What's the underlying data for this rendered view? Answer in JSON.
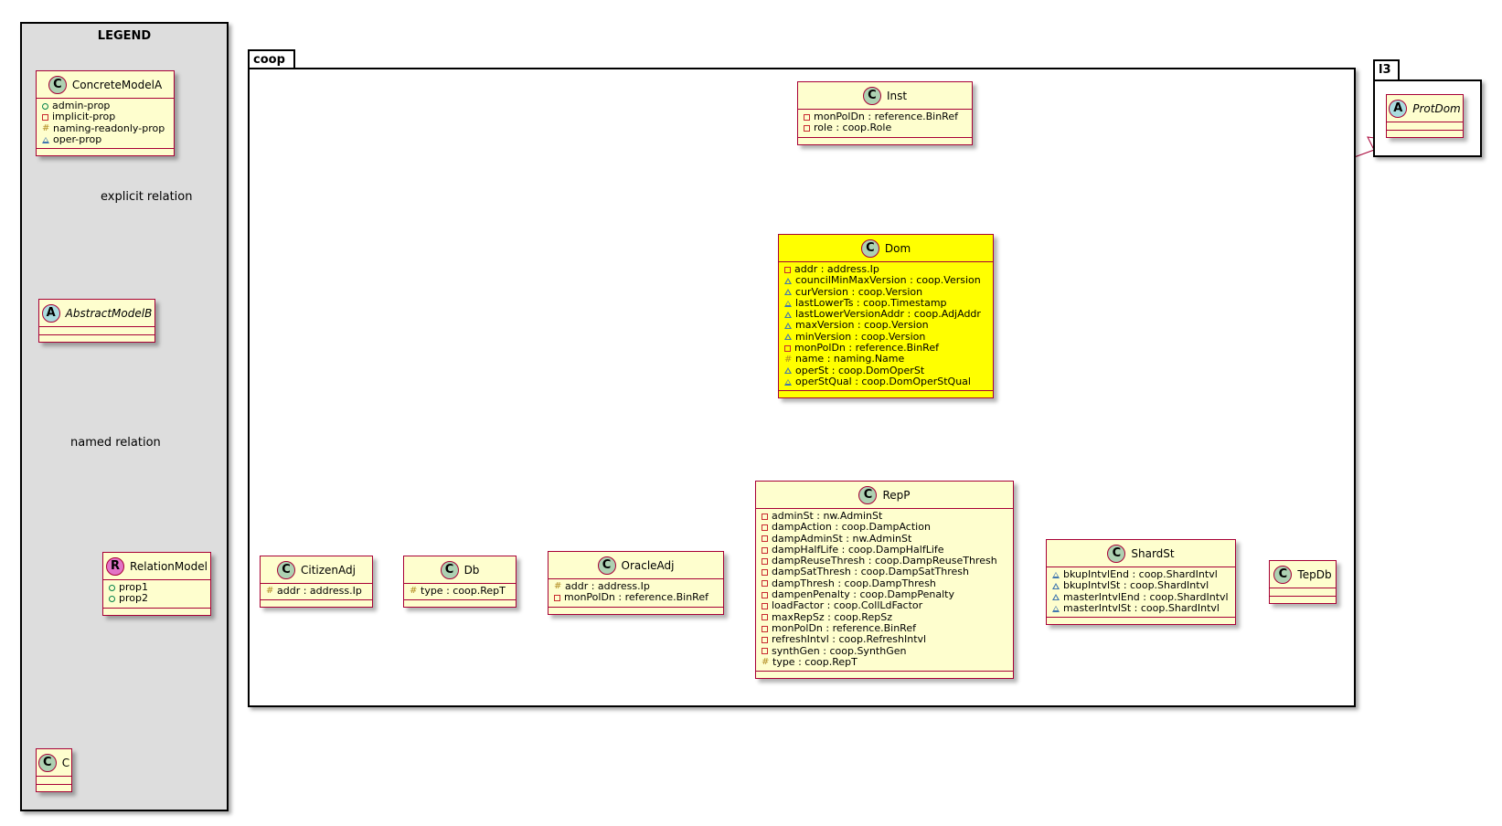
{
  "legend": {
    "title": "LEGEND",
    "explicit_relation_label": "explicit relation",
    "named_relation_label": "named relation"
  },
  "packages": {
    "coop": "coop",
    "l3": "l3"
  },
  "classes": {
    "ConcreteModelA": {
      "name": "ConcreteModelA",
      "stereotype": "C",
      "attrs": [
        {
          "vis": "public",
          "text": "admin-prop"
        },
        {
          "vis": "private",
          "text": "implicit-prop"
        },
        {
          "vis": "protected",
          "text": "naming-readonly-prop"
        },
        {
          "vis": "package",
          "text": "oper-prop"
        }
      ]
    },
    "AbstractModelB": {
      "name": "AbstractModelB",
      "stereotype": "A",
      "abstract": true,
      "attrs": []
    },
    "RelationModel": {
      "name": "RelationModel",
      "stereotype": "R",
      "attrs": [
        {
          "vis": "public",
          "text": "prop1"
        },
        {
          "vis": "public",
          "text": "prop2"
        }
      ]
    },
    "C": {
      "name": "C",
      "stereotype": "C",
      "attrs": []
    },
    "Inst": {
      "name": "Inst",
      "stereotype": "C",
      "attrs": [
        {
          "vis": "private",
          "text": "monPolDn : reference.BinRef"
        },
        {
          "vis": "private",
          "text": "role : coop.Role"
        }
      ]
    },
    "Dom": {
      "name": "Dom",
      "stereotype": "C",
      "highlight": true,
      "attrs": [
        {
          "vis": "private",
          "text": "addr : address.Ip"
        },
        {
          "vis": "package",
          "text": "councilMinMaxVersion : coop.Version"
        },
        {
          "vis": "package",
          "text": "curVersion : coop.Version"
        },
        {
          "vis": "package",
          "text": "lastLowerTs : coop.Timestamp"
        },
        {
          "vis": "package",
          "text": "lastLowerVersionAddr : coop.AdjAddr"
        },
        {
          "vis": "package",
          "text": "maxVersion : coop.Version"
        },
        {
          "vis": "package",
          "text": "minVersion : coop.Version"
        },
        {
          "vis": "private",
          "text": "monPolDn : reference.BinRef"
        },
        {
          "vis": "protected",
          "text": "name : naming.Name"
        },
        {
          "vis": "package",
          "text": "operSt : coop.DomOperSt"
        },
        {
          "vis": "package",
          "text": "operStQual : coop.DomOperStQual"
        }
      ]
    },
    "ProtDom": {
      "name": "ProtDom",
      "stereotype": "A",
      "abstract": true,
      "attrs": []
    },
    "CitizenAdj": {
      "name": "CitizenAdj",
      "stereotype": "C",
      "attrs": [
        {
          "vis": "protected",
          "text": "addr : address.Ip"
        }
      ]
    },
    "Db": {
      "name": "Db",
      "stereotype": "C",
      "attrs": [
        {
          "vis": "protected",
          "text": "type : coop.RepT"
        }
      ]
    },
    "OracleAdj": {
      "name": "OracleAdj",
      "stereotype": "C",
      "attrs": [
        {
          "vis": "protected",
          "text": "addr : address.Ip"
        },
        {
          "vis": "private",
          "text": "monPolDn : reference.BinRef"
        }
      ]
    },
    "RepP": {
      "name": "RepP",
      "stereotype": "C",
      "attrs": [
        {
          "vis": "private",
          "text": "adminSt : nw.AdminSt"
        },
        {
          "vis": "private",
          "text": "dampAction : coop.DampAction"
        },
        {
          "vis": "private",
          "text": "dampAdminSt : nw.AdminSt"
        },
        {
          "vis": "private",
          "text": "dampHalfLife : coop.DampHalfLife"
        },
        {
          "vis": "private",
          "text": "dampReuseThresh : coop.DampReuseThresh"
        },
        {
          "vis": "private",
          "text": "dampSatThresh : coop.DampSatThresh"
        },
        {
          "vis": "private",
          "text": "dampThresh : coop.DampThresh"
        },
        {
          "vis": "private",
          "text": "dampenPenalty : coop.DampPenalty"
        },
        {
          "vis": "private",
          "text": "loadFactor : coop.CollLdFactor"
        },
        {
          "vis": "private",
          "text": "maxRepSz : coop.RepSz"
        },
        {
          "vis": "private",
          "text": "monPolDn : reference.BinRef"
        },
        {
          "vis": "private",
          "text": "refreshIntvl : coop.RefreshIntvl"
        },
        {
          "vis": "private",
          "text": "synthGen : coop.SynthGen"
        },
        {
          "vis": "protected",
          "text": "type : coop.RepT"
        }
      ]
    },
    "ShardSt": {
      "name": "ShardSt",
      "stereotype": "C",
      "attrs": [
        {
          "vis": "package",
          "text": "bkupIntvlEnd : coop.ShardIntvl"
        },
        {
          "vis": "package",
          "text": "bkupIntvlSt : coop.ShardIntvl"
        },
        {
          "vis": "package",
          "text": "masterIntvlEnd : coop.ShardIntvl"
        },
        {
          "vis": "package",
          "text": "masterIntvlSt : coop.ShardIntvl"
        }
      ]
    },
    "TepDb": {
      "name": "TepDb",
      "stereotype": "C",
      "attrs": []
    }
  }
}
